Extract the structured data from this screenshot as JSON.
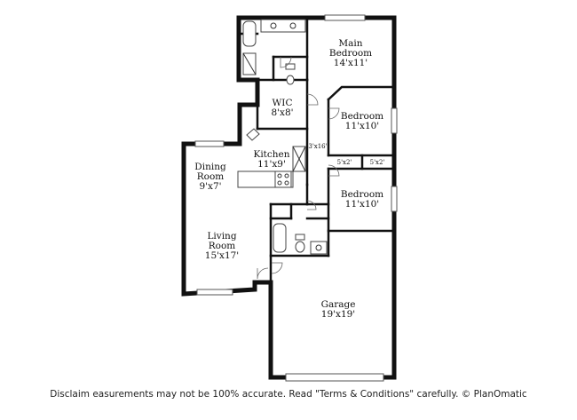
{
  "rooms": {
    "main_bedroom": {
      "name_1": "Main",
      "name_2": "Bedroom",
      "size": "14'x11'"
    },
    "wic": {
      "name": "WIC",
      "size": "8'x8'"
    },
    "bedroom_1": {
      "name": "Bedroom",
      "size": "11'x10'"
    },
    "kitchen": {
      "name": "Kitchen",
      "size": "11'x9'"
    },
    "hall": {
      "size": "3'x16'"
    },
    "closet_a": {
      "size": "5'x2'"
    },
    "closet_b": {
      "size": "5'x2'"
    },
    "dining_room": {
      "name_1": "Dining",
      "name_2": "Room",
      "size": "9'x7'"
    },
    "bedroom_2": {
      "name": "Bedroom",
      "size": "11'x10'"
    },
    "living_room": {
      "name_1": "Living",
      "name_2": "Room",
      "size": "15'x17'"
    },
    "garage": {
      "name": "Garage",
      "size": "19'x19'"
    }
  },
  "disclaimer": "Disclaim   easurements may not be 100% accurate. Read \"Terms & Conditions\" carefully. © PlanOmatic"
}
